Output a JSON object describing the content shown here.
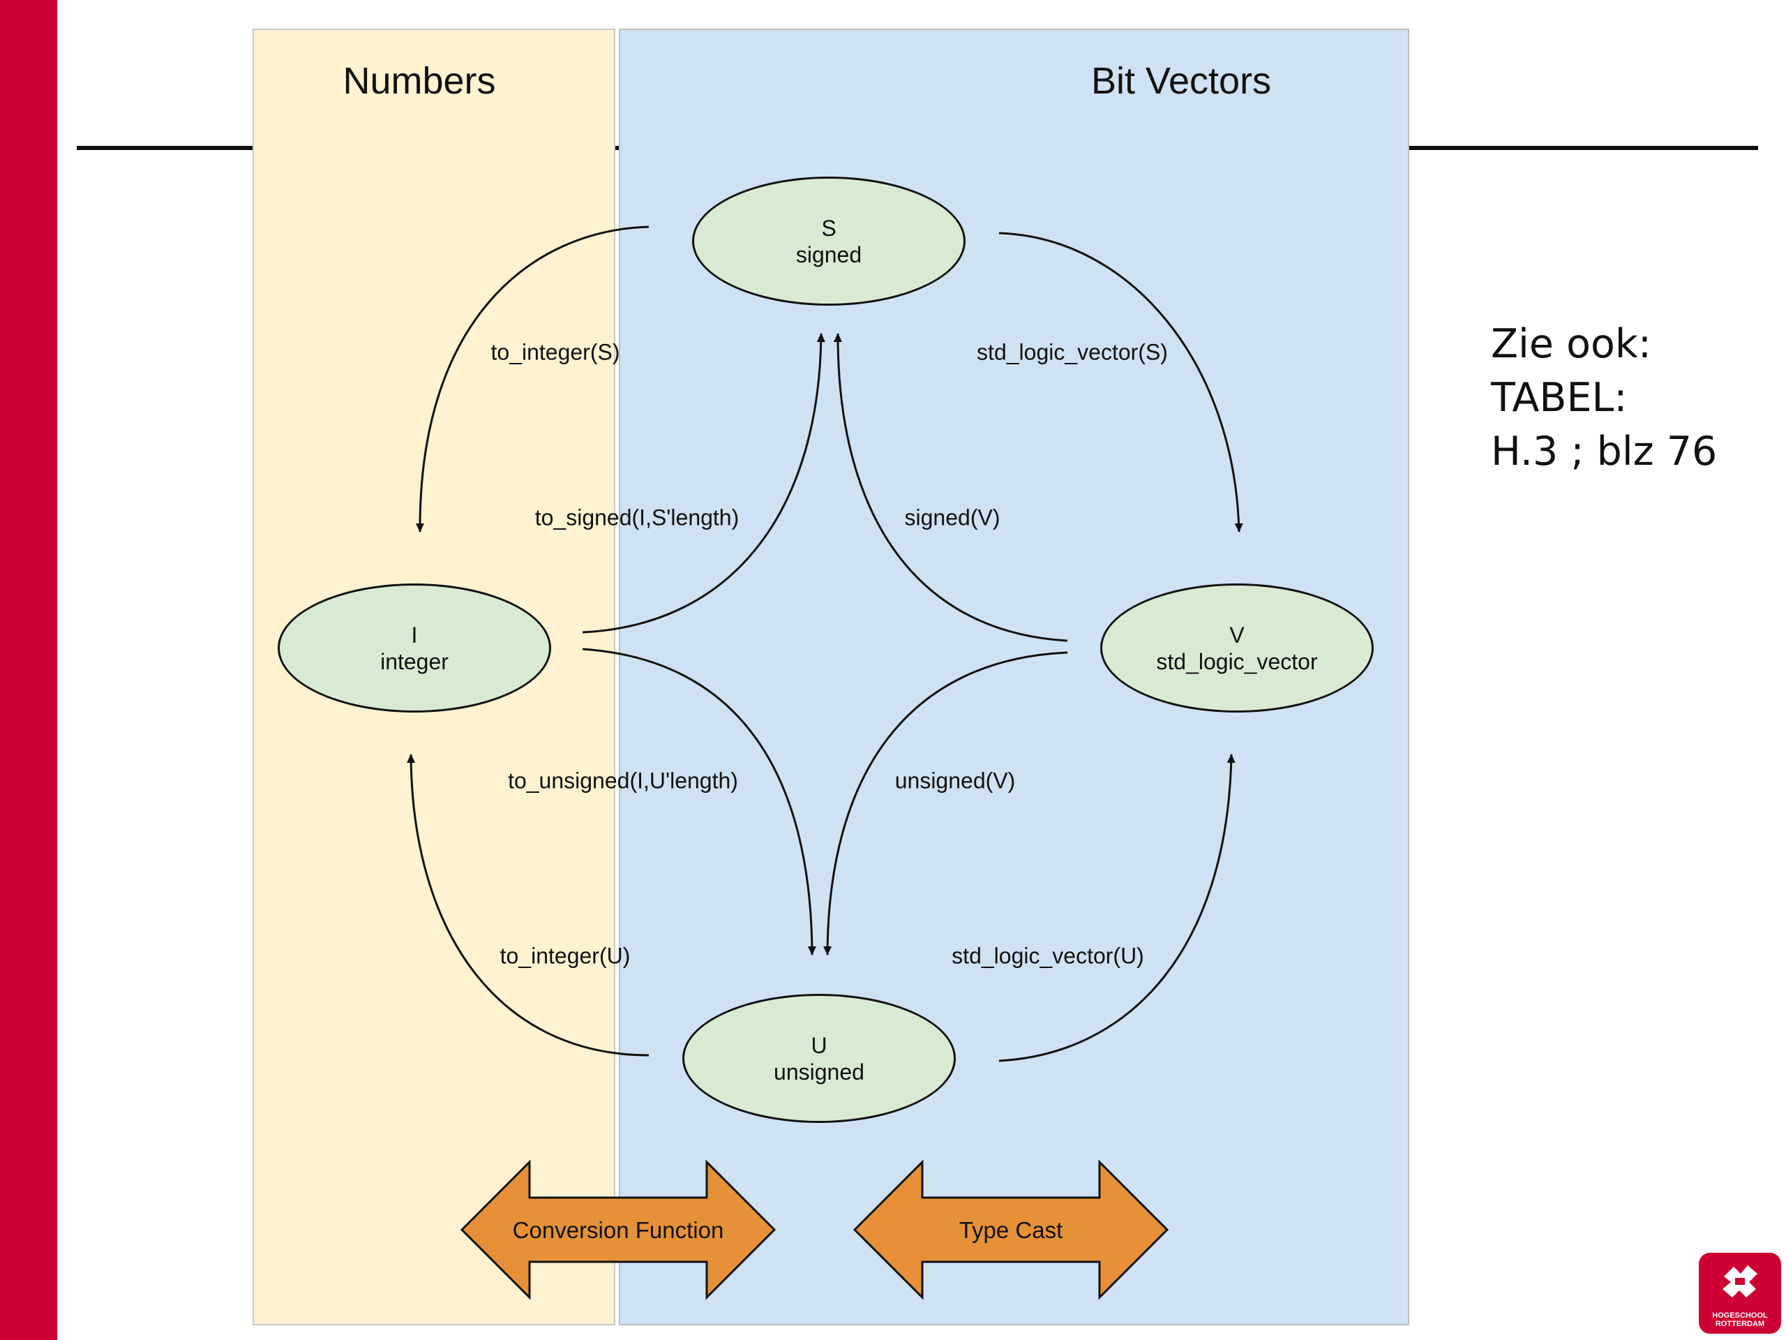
{
  "sections": {
    "numbers": "Numbers",
    "bit_vectors": "Bit Vectors"
  },
  "nodes": {
    "signed": {
      "letter": "S",
      "type": "signed"
    },
    "integer": {
      "letter": "I",
      "type": "integer"
    },
    "slv": {
      "letter": "V",
      "type": "std_logic_vector"
    },
    "unsigned": {
      "letter": "U",
      "type": "unsigned"
    }
  },
  "edges": {
    "to_integer_s": "to_integer(S)",
    "slv_s": "std_logic_vector(S)",
    "to_signed": "to_signed(I,S'length)",
    "signed_v": "signed(V)",
    "to_unsigned": "to_unsigned(I,U'length)",
    "unsigned_v": "unsigned(V)",
    "to_integer_u": "to_integer(U)",
    "slv_u": "std_logic_vector(U)"
  },
  "legend": {
    "conversion": "Conversion Function",
    "cast": "Type Cast"
  },
  "note": {
    "line1": "Zie ook:",
    "line2": "TABEL:",
    "line3": "H.3 ; blz 76"
  },
  "logo": {
    "line1": "HOGESCHOOL",
    "line2": "ROTTERDAM"
  },
  "colors": {
    "brand_red": "#cc0033",
    "numbers_panel": "#fff2d0",
    "bits_panel": "#cfe2f3",
    "node_fill": "#d9ead3",
    "arrow_fill": "#e69138"
  }
}
